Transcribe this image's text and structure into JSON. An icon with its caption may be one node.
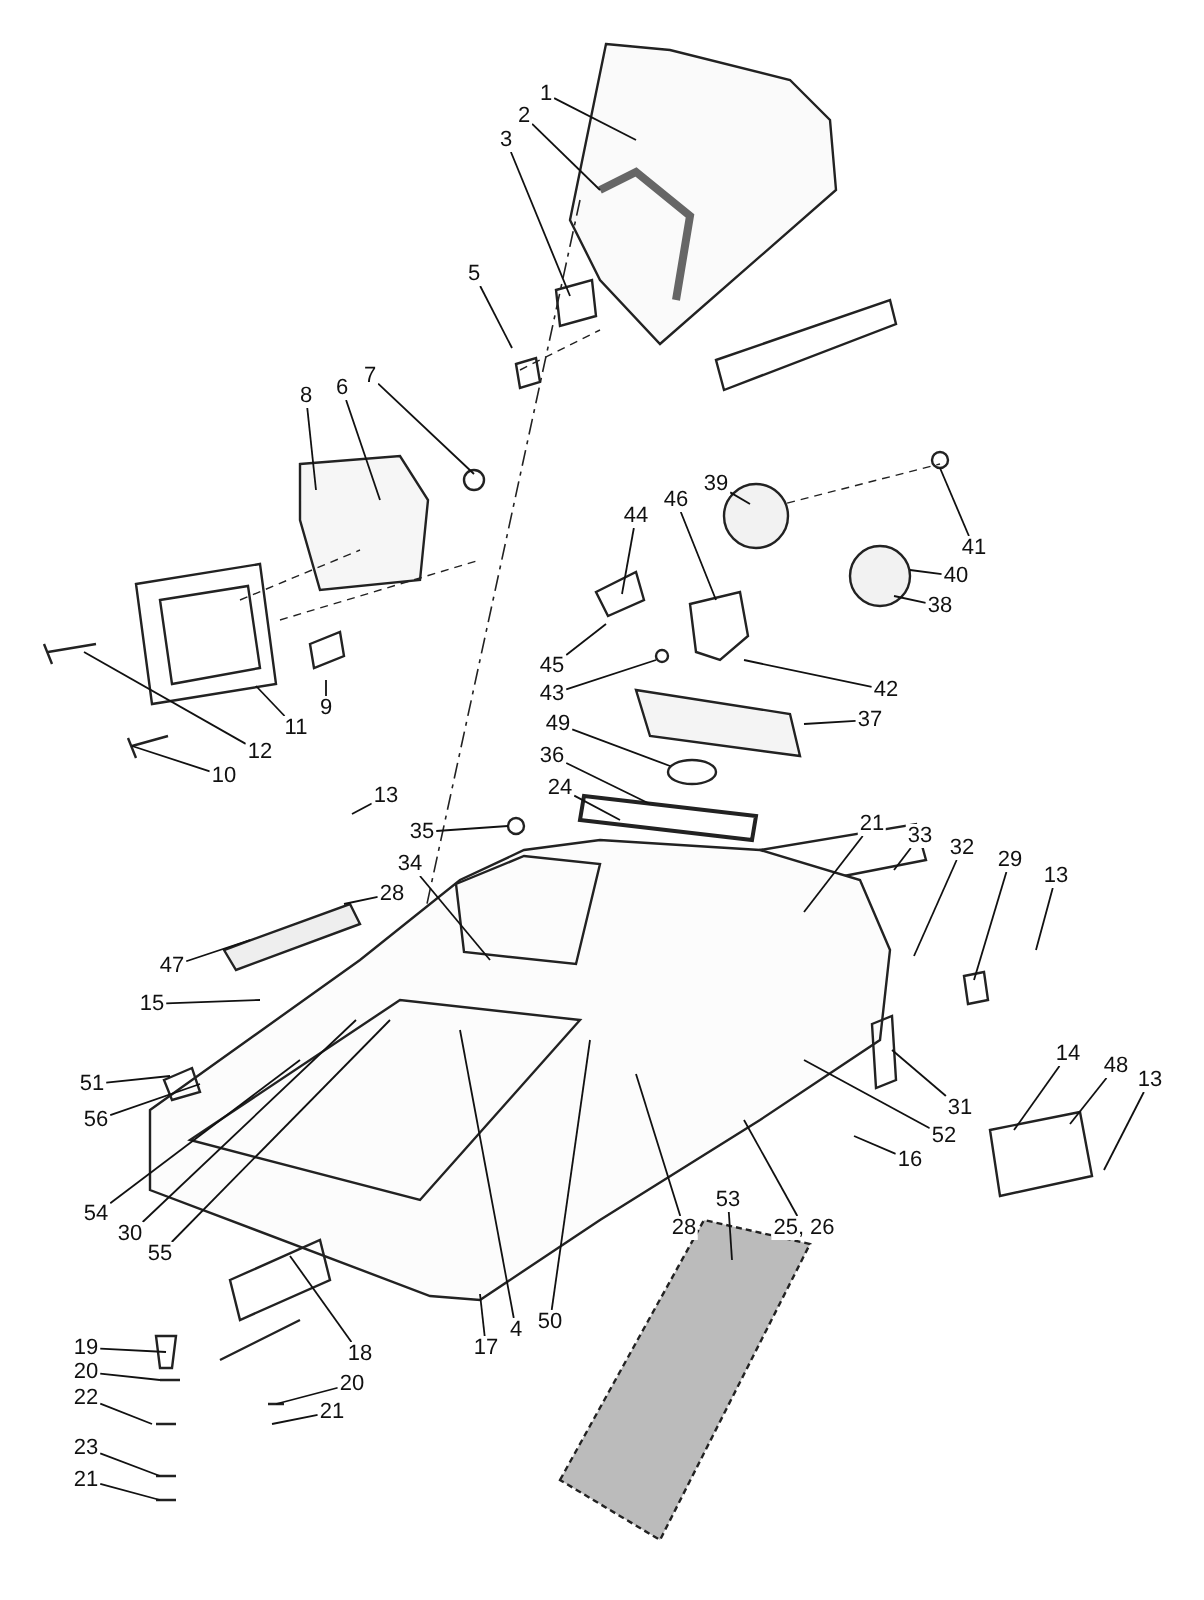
{
  "diagram": {
    "nodes": [
      {
        "text": [
          "1"
        ]
      },
      {
        "text": [
          "2"
        ]
      },
      {
        "text": [
          "3"
        ]
      },
      {
        "text": [
          "5"
        ]
      },
      {
        "text": [
          "8"
        ]
      },
      {
        "text": [
          "6"
        ]
      },
      {
        "text": [
          "7"
        ]
      },
      {
        "text": [
          "12"
        ]
      },
      {
        "text": [
          "11"
        ]
      },
      {
        "text": [
          "9"
        ]
      },
      {
        "text": [
          "10"
        ]
      },
      {
        "text": [
          "39"
        ]
      },
      {
        "text": [
          "44"
        ]
      },
      {
        "text": [
          "46"
        ]
      },
      {
        "text": [
          "41"
        ]
      },
      {
        "text": [
          "40"
        ]
      },
      {
        "text": [
          "38"
        ]
      },
      {
        "text": [
          "45"
        ]
      },
      {
        "text": [
          "43"
        ]
      },
      {
        "text": [
          "42"
        ]
      },
      {
        "text": [
          "49"
        ]
      },
      {
        "text": [
          "37"
        ]
      },
      {
        "text": [
          "36"
        ]
      },
      {
        "text": [
          "24"
        ]
      },
      {
        "text": [
          "35"
        ]
      },
      {
        "text": [
          "13"
        ]
      },
      {
        "text": [
          "28"
        ]
      },
      {
        "text": [
          "34"
        ]
      },
      {
        "text": [
          "47"
        ]
      },
      {
        "text": [
          "15"
        ]
      },
      {
        "text": [
          "21"
        ]
      },
      {
        "text": [
          "33"
        ]
      },
      {
        "text": [
          "32"
        ]
      },
      {
        "text": [
          "29"
        ]
      },
      {
        "text": [
          "13"
        ]
      },
      {
        "text": [
          "51"
        ]
      },
      {
        "text": [
          "56"
        ]
      },
      {
        "text": [
          "31"
        ]
      },
      {
        "text": [
          "52"
        ]
      },
      {
        "text": [
          "14"
        ]
      },
      {
        "text": [
          "48"
        ]
      },
      {
        "text": [
          "13"
        ]
      },
      {
        "text": [
          "16"
        ]
      },
      {
        "text": [
          "54"
        ]
      },
      {
        "text": [
          "30"
        ]
      },
      {
        "text": [
          "55"
        ]
      },
      {
        "text": [
          "28"
        ]
      },
      {
        "text": [
          "25, 26"
        ]
      },
      {
        "text": [
          "53"
        ]
      },
      {
        "text": [
          "4"
        ]
      },
      {
        "text": [
          "50"
        ]
      },
      {
        "text": [
          "17"
        ]
      },
      {
        "text": [
          "18"
        ]
      },
      {
        "text": [
          "19"
        ]
      },
      {
        "text": [
          "20"
        ]
      },
      {
        "text": [
          "20"
        ]
      },
      {
        "text": [
          "22"
        ]
      },
      {
        "text": [
          "21"
        ]
      },
      {
        "text": [
          "23"
        ]
      },
      {
        "text": [
          "21"
        ]
      }
    ],
    "edges": [
      {
        "from": 0,
        "to": null,
        "arrow": "none"
      },
      {
        "from": 1,
        "to": null,
        "arrow": "none"
      },
      {
        "from": 2,
        "to": null,
        "arrow": "none"
      },
      {
        "from": 3,
        "to": null,
        "arrow": "none"
      },
      {
        "from": 4,
        "to": null,
        "arrow": "none"
      },
      {
        "from": 5,
        "to": null,
        "arrow": "none"
      },
      {
        "from": 6,
        "to": null,
        "arrow": "none"
      },
      {
        "from": 7,
        "to": null,
        "arrow": "none"
      },
      {
        "from": 8,
        "to": null,
        "arrow": "none"
      },
      {
        "from": 9,
        "to": null,
        "arrow": "none"
      },
      {
        "from": 10,
        "to": null,
        "arrow": "none"
      },
      {
        "from": 11,
        "to": null,
        "arrow": "none"
      },
      {
        "from": 12,
        "to": null,
        "arrow": "none"
      },
      {
        "from": 13,
        "to": null,
        "arrow": "none"
      },
      {
        "from": 14,
        "to": null,
        "arrow": "none"
      },
      {
        "from": 15,
        "to": null,
        "arrow": "none"
      },
      {
        "from": 16,
        "to": null,
        "arrow": "none"
      },
      {
        "from": 17,
        "to": null,
        "arrow": "none"
      },
      {
        "from": 18,
        "to": null,
        "arrow": "none"
      },
      {
        "from": 19,
        "to": null,
        "arrow": "none"
      },
      {
        "from": 20,
        "to": null,
        "arrow": "none"
      },
      {
        "from": 21,
        "to": null,
        "arrow": "none"
      },
      {
        "from": 22,
        "to": null,
        "arrow": "none"
      },
      {
        "from": 23,
        "to": null,
        "arrow": "none"
      },
      {
        "from": 24,
        "to": null,
        "arrow": "none"
      },
      {
        "from": 25,
        "to": null,
        "arrow": "none"
      },
      {
        "from": 26,
        "to": null,
        "arrow": "none"
      },
      {
        "from": 27,
        "to": null,
        "arrow": "none"
      },
      {
        "from": 28,
        "to": null,
        "arrow": "none"
      },
      {
        "from": 29,
        "to": null,
        "arrow": "none"
      },
      {
        "from": 30,
        "to": null,
        "arrow": "none"
      },
      {
        "from": 31,
        "to": null,
        "arrow": "none"
      },
      {
        "from": 32,
        "to": null,
        "arrow": "none"
      },
      {
        "from": 33,
        "to": null,
        "arrow": "none"
      },
      {
        "from": 34,
        "to": null,
        "arrow": "none"
      },
      {
        "from": 35,
        "to": null,
        "arrow": "none"
      },
      {
        "from": 36,
        "to": null,
        "arrow": "none"
      },
      {
        "from": 37,
        "to": null,
        "arrow": "none"
      },
      {
        "from": 38,
        "to": null,
        "arrow": "none"
      },
      {
        "from": 39,
        "to": null,
        "arrow": "none"
      },
      {
        "from": 40,
        "to": null,
        "arrow": "none"
      },
      {
        "from": 41,
        "to": null,
        "arrow": "none"
      },
      {
        "from": 42,
        "to": null,
        "arrow": "none"
      },
      {
        "from": 43,
        "to": null,
        "arrow": "none"
      },
      {
        "from": 44,
        "to": null,
        "arrow": "none"
      },
      {
        "from": 45,
        "to": null,
        "arrow": "none"
      },
      {
        "from": 46,
        "to": null,
        "arrow": "none"
      },
      {
        "from": 47,
        "to": null,
        "arrow": "none"
      },
      {
        "from": 48,
        "to": null,
        "arrow": "none"
      },
      {
        "from": 49,
        "to": null,
        "arrow": "none"
      },
      {
        "from": 50,
        "to": null,
        "arrow": "none"
      },
      {
        "from": 51,
        "to": null,
        "arrow": "none"
      },
      {
        "from": 52,
        "to": null,
        "arrow": "none"
      },
      {
        "from": 53,
        "to": null,
        "arrow": "none"
      },
      {
        "from": 54,
        "to": null,
        "arrow": "none"
      },
      {
        "from": 55,
        "to": null,
        "arrow": "none"
      },
      {
        "from": 56,
        "to": null,
        "arrow": "none"
      },
      {
        "from": 57,
        "to": null,
        "arrow": "none"
      },
      {
        "from": 58,
        "to": null,
        "arrow": "none"
      },
      {
        "from": 59,
        "to": null,
        "arrow": "none"
      }
    ]
  }
}
